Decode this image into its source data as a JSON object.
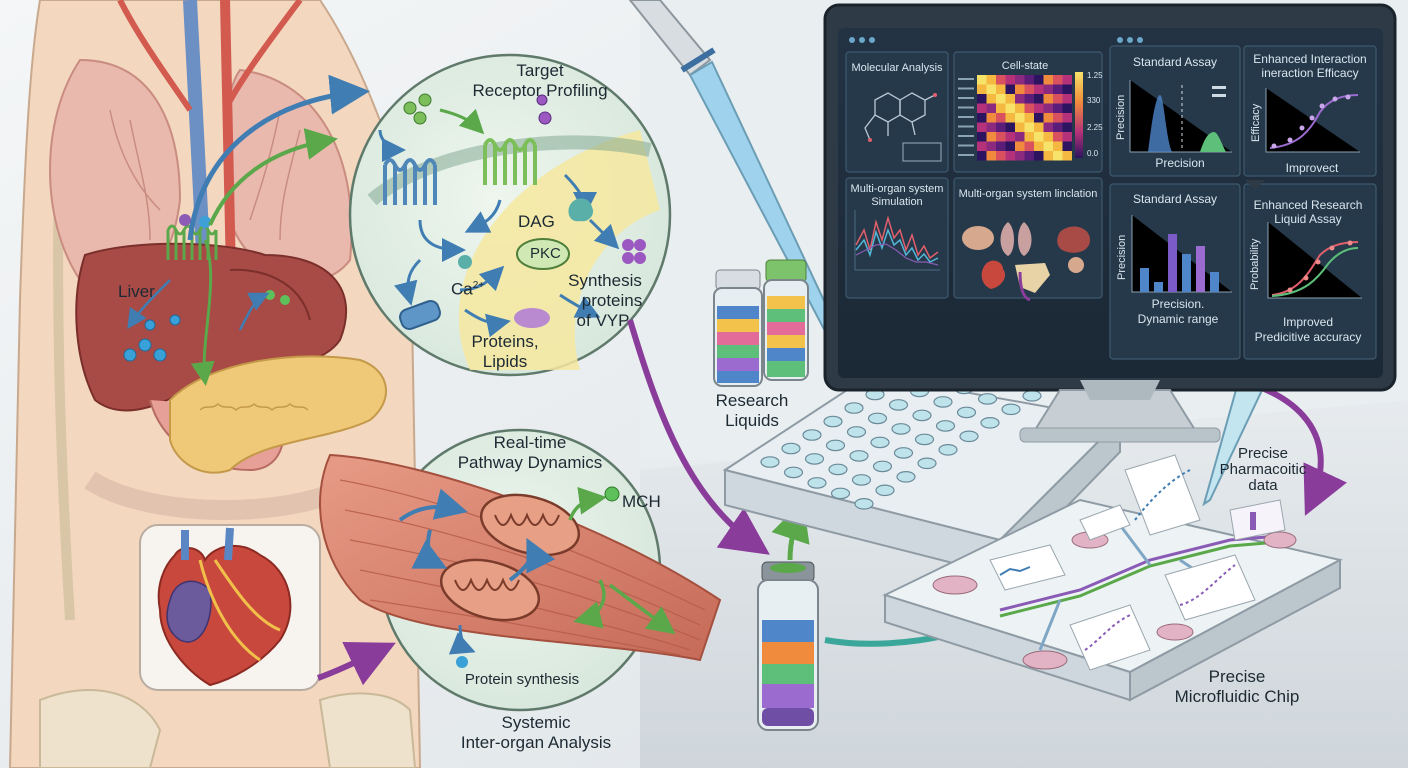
{
  "left_panel": {
    "liver_label": "Liver",
    "receptor_title_line1": "Target",
    "receptor_title_line2": "Receptor Profiling",
    "dag": "DAG",
    "pkc": "PKC",
    "ca": "Ca",
    "ca_sup": "2+",
    "synthesis_line1": "Synthesis",
    "synthesis_line2": "proteins",
    "synthesis_line3": "of VYP",
    "proteins_line1": "Proteins,",
    "proteins_line2": "Lipids",
    "pathway_title_line1": "Real-time",
    "pathway_title_line2": "Pathway Dynamics",
    "mch": "MCH",
    "protein_synthesis": "Protein synthesis",
    "systemic_line1": "Systemic",
    "systemic_line2": "Inter-organ Analysis"
  },
  "bench": {
    "research_line1": "Research",
    "research_line2": "Liquids",
    "pharma_line1": "Precise",
    "pharma_line2": "Pharmacoitic",
    "pharma_line3": "data",
    "chip_line1": "Precise",
    "chip_line2": "Microfluidic Chip"
  },
  "monitor": {
    "molecular": "Molecular Analysis",
    "cellstate": "Cell-state",
    "heat_ticks": [
      "1.25",
      "330",
      "2.25",
      "0.0"
    ],
    "multi1_line1": "Multi-organ system",
    "multi1_line2": "Simulation",
    "multi2": "Multi-organ system linclation",
    "std1": "Standard Assay",
    "std1_ylabel": "Precision",
    "std1_xlabel": "Precision",
    "enh1_line1": "Enhanced Interaction",
    "enh1_line2": "ineraction Efficacy",
    "enh1_ylabel": "Efficacy",
    "enh1_xlabel": "Improvect",
    "std2": "Standard Assay",
    "std2_ylabel": "Precision",
    "std2_xlabel_line1": "Precision.",
    "std2_xlabel_line2": "Dynamic range",
    "enh2_line1": "Enhanced Research",
    "enh2_line2": "Liquid Assay",
    "enh2_ylabel": "Probability",
    "enh2_xlabel_line1": "Improved",
    "enh2_xlabel_line2": "Predicitive accuracy"
  },
  "colors": {
    "screen_bg": "#1f2d3a",
    "receptor_green": "#7cbf5a",
    "receptor_blue": "#4f88b8",
    "purple_arrow": "#8a3c9a",
    "teal_arrow": "#3aa79a",
    "liver": "#a84a45",
    "pancreas": "#f0c978",
    "muscle": "#d9826f"
  }
}
